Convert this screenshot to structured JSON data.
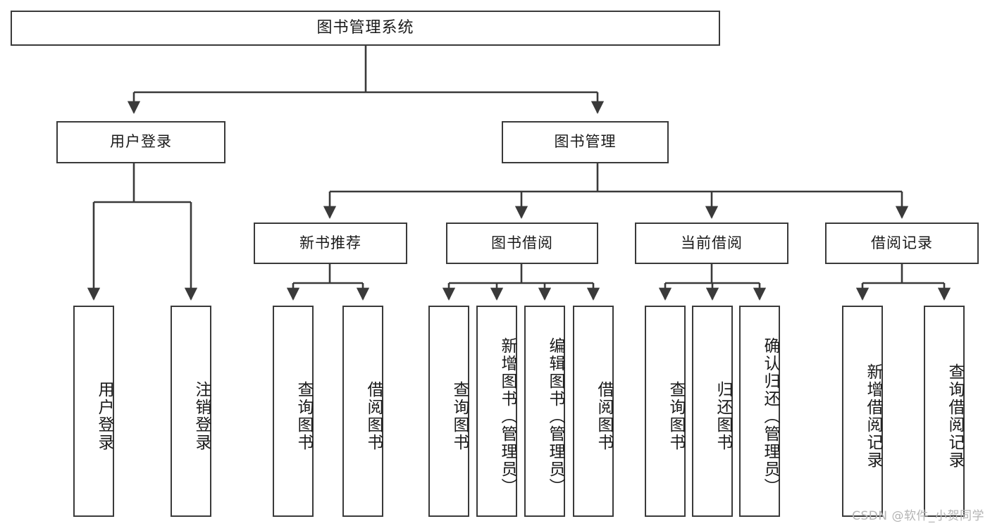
{
  "diagram": {
    "title": "图书管理系统",
    "type": "tree",
    "background": "#ffffff",
    "line_color": "#3a3a3a",
    "text_color": "#1a1a1a",
    "levels": {
      "root": {
        "label": "图书管理系统"
      },
      "level2": [
        {
          "label": "用户登录"
        },
        {
          "label": "图书管理"
        }
      ],
      "level3": [
        {
          "label": "新书推荐",
          "parent": "图书管理"
        },
        {
          "label": "图书借阅",
          "parent": "图书管理"
        },
        {
          "label": "当前借阅",
          "parent": "图书管理"
        },
        {
          "label": "借阅记录",
          "parent": "图书管理"
        }
      ],
      "leaves": [
        {
          "label": "用户登录",
          "parent": "用户登录"
        },
        {
          "label": "注销登录",
          "parent": "用户登录"
        },
        {
          "label": "查询图书",
          "parent": "新书推荐"
        },
        {
          "label": "借阅图书",
          "parent": "新书推荐"
        },
        {
          "label": "查询图书",
          "parent": "图书借阅"
        },
        {
          "label": "新增图书（管理员）",
          "parent": "图书借阅"
        },
        {
          "label": "编辑图书（管理员）",
          "parent": "图书借阅"
        },
        {
          "label": "借阅图书",
          "parent": "图书借阅"
        },
        {
          "label": "查询图书",
          "parent": "当前借阅"
        },
        {
          "label": "归还图书",
          "parent": "当前借阅"
        },
        {
          "label": "确认归还（管理员）",
          "parent": "当前借阅"
        },
        {
          "label": "新增借阅记录",
          "parent": "借阅记录"
        },
        {
          "label": "查询借阅记录",
          "parent": "借阅记录"
        }
      ]
    }
  },
  "watermark": {
    "text": "CSDN @软件_小贺同学"
  }
}
